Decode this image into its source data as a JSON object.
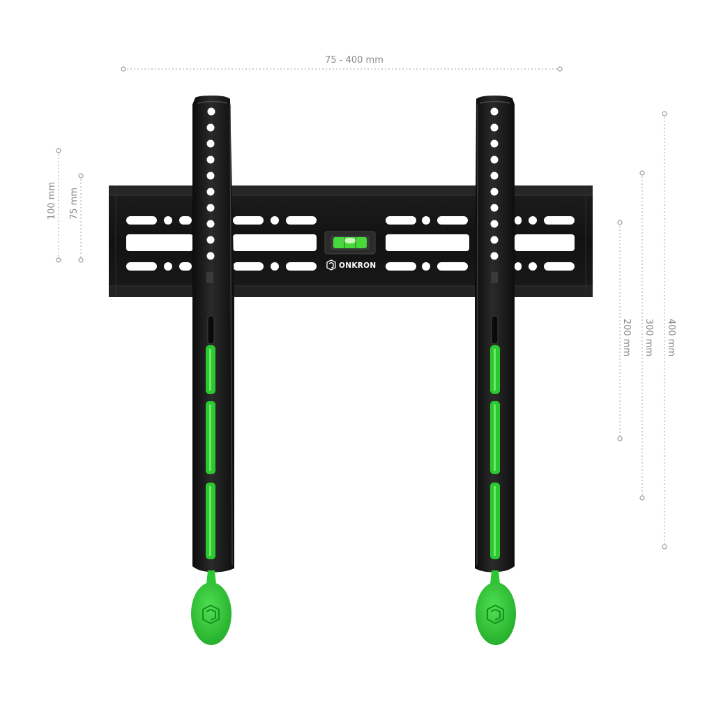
{
  "image": {
    "subject": "wall-mount-bracket",
    "brand_text": "ONKRON",
    "colors": {
      "bracket": "#161616",
      "accent": "#2bc832",
      "dimension": "#a6a6a6",
      "background": "#ffffff"
    }
  },
  "dimensions": {
    "width_range": "75 - 400 mm",
    "vertical_left": [
      "100 mm",
      "75 mm"
    ],
    "vertical_right": [
      "200 mm",
      "300 mm",
      "400 mm"
    ]
  }
}
